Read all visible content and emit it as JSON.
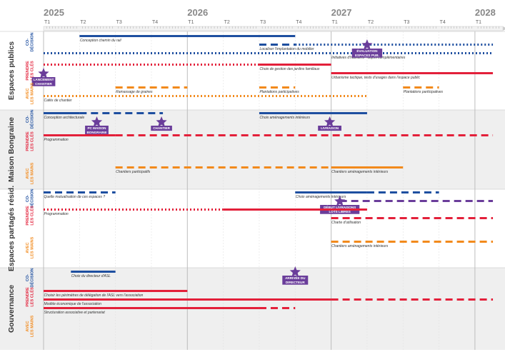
{
  "chart_data": {
    "type": "gantt",
    "years": [
      "2025",
      "2026",
      "2027",
      "2028"
    ],
    "quarter_labels": [
      "T1",
      "T2",
      "T3",
      "T4"
    ],
    "final_tick_label": "T1",
    "time_range": [
      2025.0,
      2028.125
    ],
    "styles": {
      "co": {
        "label": "CO-\nDÉCISION",
        "color": "#1e4fa0"
      },
      "prendre": {
        "label": "PRENDRE\nLES CLÉS",
        "color": "#e3203a"
      },
      "avec": {
        "label": "AVEC\nLES MAINS",
        "color": "#f28a1c"
      },
      "milestone": {
        "color": "#6a3d9a"
      }
    },
    "sections": [
      {
        "title": "Espaces publics",
        "shaded": false,
        "lanes": [
          {
            "style": "co",
            "bars": [
              {
                "start": 2025.25,
                "end": 2026.75,
                "pattern": "solid",
                "row": 0,
                "label": "Conception chemin du rail"
              },
              {
                "start": 2026.5,
                "end": 2026.75,
                "pattern": "dash",
                "row": 1,
                "label": "Localiser l'implantation du mobilier"
              },
              {
                "start": 2026.75,
                "end": 2028.125,
                "pattern": "dot",
                "row": 1,
                "label": ""
              },
              {
                "start": 2025.0,
                "end": 2028.125,
                "pattern": "dot",
                "row": 2,
                "label": "Initiatives d'habitants : objets complémentaires",
                "label_at": 2027.0
              }
            ],
            "milestones": [
              {
                "at": 2027.25,
                "row": 1,
                "label": "ÉVALUATION\nESPACES PUB."
              }
            ]
          },
          {
            "style": "prendre",
            "bars": [
              {
                "start": 2025.0,
                "end": 2026.5,
                "pattern": "dot",
                "row": 0,
                "label": ""
              },
              {
                "start": 2026.5,
                "end": 2027.0,
                "pattern": "solid",
                "row": 0,
                "label": "Choix de gestion des jardins familiaux"
              },
              {
                "start": 2027.0,
                "end": 2028.125,
                "pattern": "solid",
                "row": 1,
                "label": "Urbanisme tactique, tests d'usages dans l'espace public"
              }
            ],
            "milestones": [
              {
                "at": 2025.0,
                "row": 1,
                "label": "LANCEMENT\nCHANTIER"
              }
            ]
          },
          {
            "style": "avec",
            "bars": [
              {
                "start": 2025.5,
                "end": 2026.0,
                "pattern": "dash",
                "row": 0,
                "label": "Ramassage de graines"
              },
              {
                "start": 2026.5,
                "end": 2026.75,
                "pattern": "dash",
                "row": 0,
                "label": "Plantations participatives"
              },
              {
                "start": 2027.5,
                "end": 2027.75,
                "pattern": "dash",
                "row": 0,
                "label": "Plantations participatives"
              },
              {
                "start": 2025.0,
                "end": 2027.25,
                "pattern": "dot",
                "row": 1,
                "label": "Cafés de chantier"
              }
            ],
            "milestones": []
          }
        ]
      },
      {
        "title": "Maison Bongraine",
        "shaded": true,
        "lanes": [
          {
            "style": "co",
            "bars": [
              {
                "start": 2025.0,
                "end": 2025.25,
                "pattern": "solid",
                "row": 0,
                "label": "Conception architecturale"
              },
              {
                "start": 2025.25,
                "end": 2025.83,
                "pattern": "dash",
                "row": 0,
                "label": ""
              },
              {
                "start": 2026.5,
                "end": 2027.25,
                "pattern": "solid",
                "row": 0,
                "label": "Choix aménagements intérieurs"
              }
            ],
            "milestones": [
              {
                "at": 2025.37,
                "row": 1,
                "label": "PC MAISON\nBONGRAINE"
              },
              {
                "at": 2025.82,
                "row": 1,
                "label": "CHANTIER"
              },
              {
                "at": 2026.99,
                "row": 1,
                "label": "LIVRAISON"
              }
            ]
          },
          {
            "style": "prendre",
            "bars": [
              {
                "start": 2025.0,
                "end": 2025.5,
                "pattern": "solid",
                "row": 0,
                "label": "Programmation"
              },
              {
                "start": 2025.5,
                "end": 2028.125,
                "pattern": "dash",
                "row": 0,
                "label": ""
              }
            ],
            "milestones": []
          },
          {
            "style": "avec",
            "bars": [
              {
                "start": 2025.5,
                "end": 2027.0,
                "pattern": "dash",
                "row": 0,
                "label": "Chantiers participatifs"
              },
              {
                "start": 2027.0,
                "end": 2027.5,
                "pattern": "solid",
                "row": 0,
                "label": "Chantiers aménagements intérieurs"
              }
            ],
            "milestones": []
          }
        ]
      },
      {
        "title": "Espaces partagés résid.",
        "shaded": false,
        "lanes": [
          {
            "style": "co",
            "bars": [
              {
                "start": 2025.0,
                "end": 2025.5,
                "pattern": "dash",
                "row": 0,
                "label": "Quelle mutualisation de ces espaces ?"
              },
              {
                "start": 2026.75,
                "end": 2027.25,
                "pattern": "solid",
                "row": 0,
                "label": "Choix aménagements intérieurs"
              },
              {
                "start": 2027.25,
                "end": 2027.75,
                "pattern": "dash",
                "row": 0,
                "label": ""
              },
              {
                "start": 2027.06,
                "end": 2028.125,
                "pattern": "dash",
                "row": 1,
                "label": "",
                "milestone_color": true
              }
            ],
            "milestones": [
              {
                "at": 2027.06,
                "row": 1,
                "label": "DÉBUT LIVRAISONS\nLOTS LIBRES"
              }
            ]
          },
          {
            "style": "prendre",
            "bars": [
              {
                "start": 2025.0,
                "end": 2026.25,
                "pattern": "dot",
                "row": 0,
                "label": "Programmation"
              },
              {
                "start": 2026.25,
                "end": 2027.25,
                "pattern": "solid",
                "row": 0,
                "label": ""
              },
              {
                "start": 2027.0,
                "end": 2028.125,
                "pattern": "dash",
                "row": 1,
                "label": "Charte d'utilisation"
              }
            ],
            "milestones": []
          },
          {
            "style": "avec",
            "bars": [
              {
                "start": 2027.0,
                "end": 2028.125,
                "pattern": "dash",
                "row": 0,
                "label": "Chantiers aménagements intérieurs"
              }
            ],
            "milestones": []
          }
        ]
      },
      {
        "title": "Gouvernance",
        "shaded": true,
        "lanes": [
          {
            "style": "co",
            "bars": [
              {
                "start": 2025.19,
                "end": 2025.5,
                "pattern": "solid",
                "row": 0,
                "label": "Choix du directeur d'ASL"
              }
            ],
            "milestones": [
              {
                "at": 2026.75,
                "row": 0,
                "label": "ARRIVÉE DU\nDIRECTEUR"
              }
            ]
          },
          {
            "style": "prendre",
            "bars": [
              {
                "start": 2025.0,
                "end": 2026.0,
                "pattern": "solid",
                "row": 0,
                "label": "Choisir les périmètres de délégation de l'ASL vers l'association"
              },
              {
                "start": 2025.0,
                "end": 2027.0,
                "pattern": "solid",
                "row": 1,
                "label": "Modèle économique de l'association"
              },
              {
                "start": 2027.0,
                "end": 2028.125,
                "pattern": "dash",
                "row": 1,
                "label": ""
              },
              {
                "start": 2025.0,
                "end": 2026.5,
                "pattern": "solid",
                "row": 2,
                "label": "Structuration associative et partenariat"
              },
              {
                "start": 2026.5,
                "end": 2026.75,
                "pattern": "dash",
                "row": 2,
                "label": ""
              }
            ],
            "milestones": []
          },
          {
            "style": "avec",
            "bars": [],
            "milestones": []
          }
        ]
      }
    ]
  }
}
